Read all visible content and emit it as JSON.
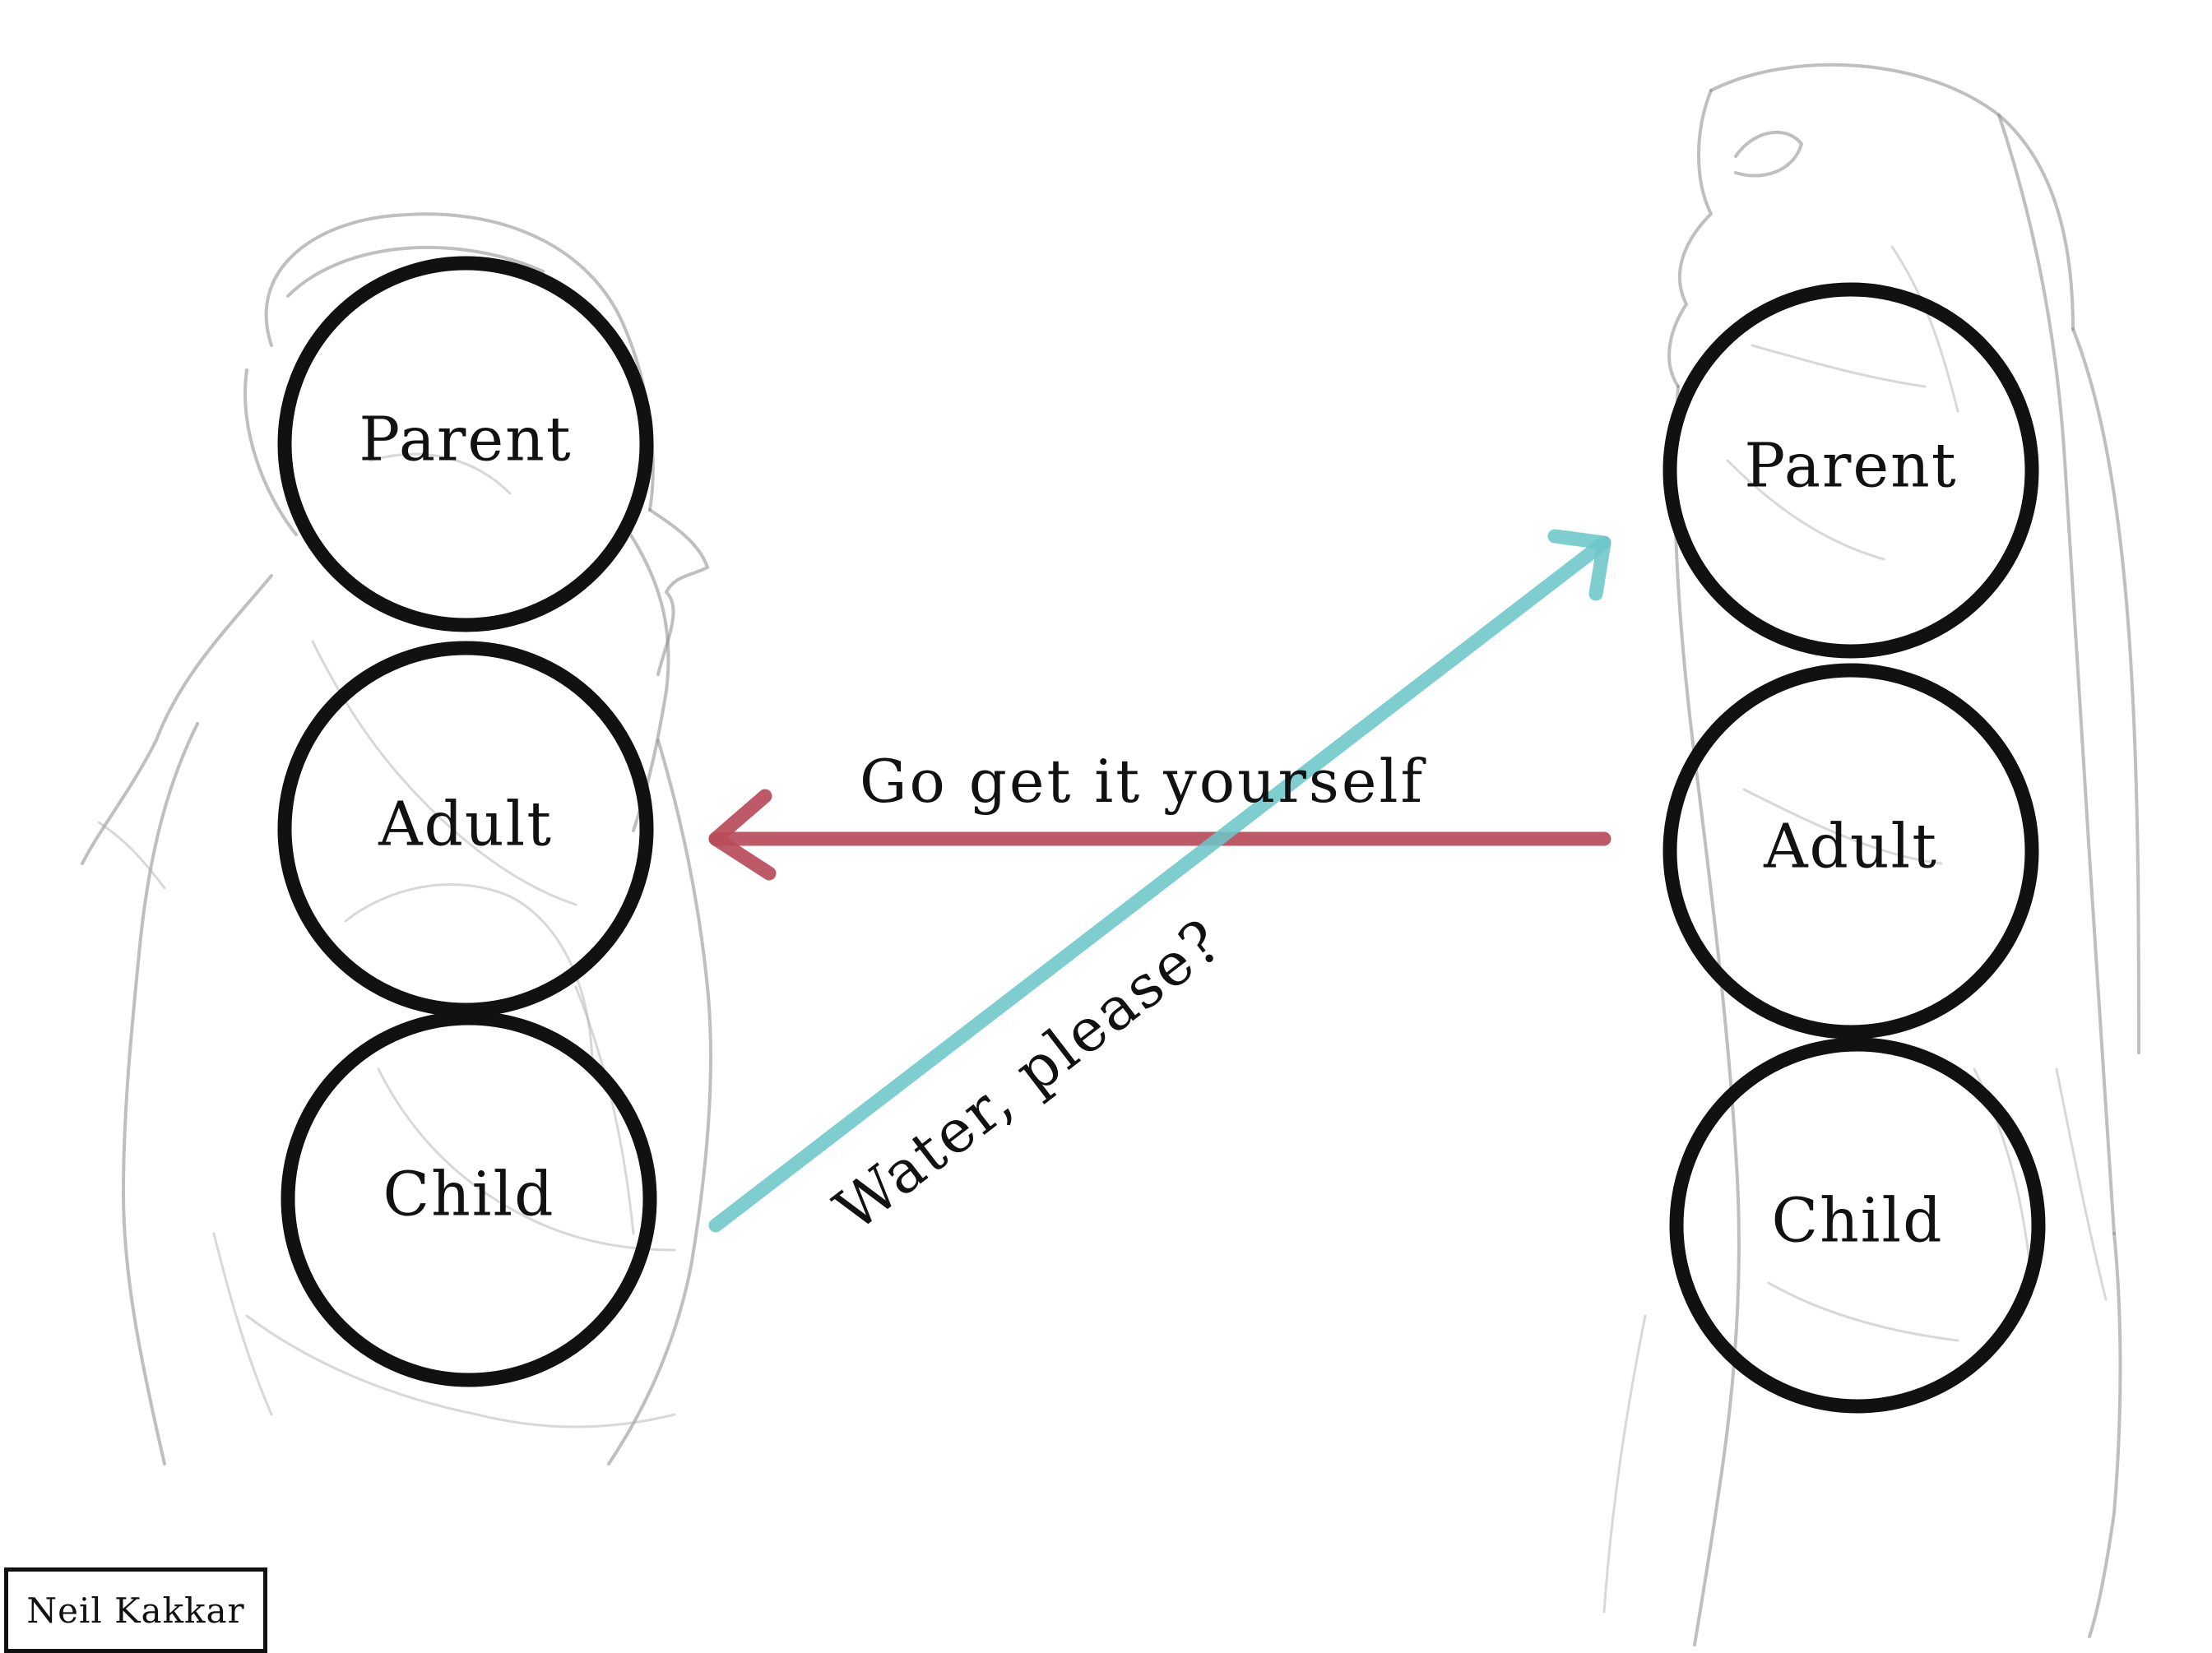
{
  "diagram": {
    "left_person": {
      "parent_label": "Parent",
      "adult_label": "Adult",
      "child_label": "Child"
    },
    "right_person": {
      "parent_label": "Parent",
      "adult_label": "Adult",
      "child_label": "Child"
    },
    "messages": {
      "request": {
        "text": "Water, please?",
        "color": "#6cc6c8",
        "from": "left_person.child",
        "to": "right_person.parent"
      },
      "response": {
        "text": "Go get it yourself",
        "color": "#b84c5a",
        "from": "right_person",
        "to": "left_person.adult"
      }
    },
    "signature": "Neil Kakkar"
  }
}
